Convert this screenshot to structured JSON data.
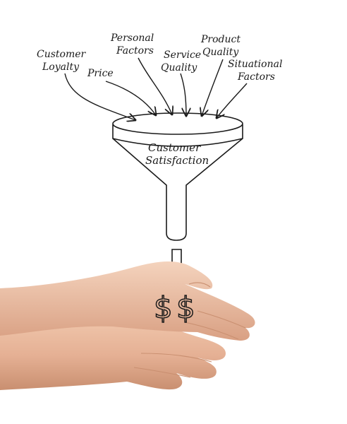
{
  "factors": [
    {
      "line1": "Customer",
      "line2": "Loyalty"
    },
    {
      "line1": "Price",
      "line2": ""
    },
    {
      "line1": "Personal",
      "line2": "Factors"
    },
    {
      "line1": "Service",
      "line2": "Quality"
    },
    {
      "line1": "Product",
      "line2": "Quality"
    },
    {
      "line1": "Situational",
      "line2": "Factors"
    }
  ],
  "funnel": {
    "line1": "Customer",
    "line2": "Satisfaction"
  },
  "symbols": [
    "$",
    "$"
  ],
  "colors": {
    "ink": "#1a1a1a",
    "skin": "#eab99d",
    "skin_shadow": "#c98f70",
    "background": "#ffffff"
  }
}
